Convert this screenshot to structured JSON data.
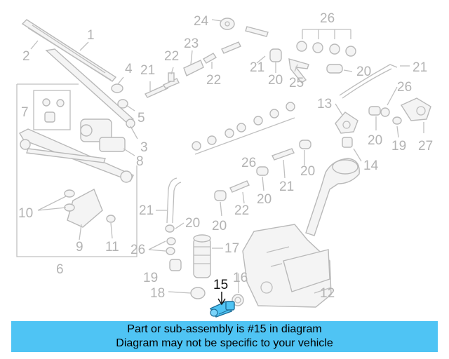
{
  "highlight_color": "#4fc4f4",
  "labels": {
    "p1": "1",
    "p2": "2",
    "p3": "3",
    "p4": "4",
    "p5": "5",
    "p6": "6",
    "p7": "7",
    "p8": "8",
    "p9": "9",
    "p10": "10",
    "p11": "11",
    "p12": "12",
    "p13": "13",
    "p14": "14",
    "p15": "15",
    "p16": "16",
    "p17": "17",
    "p18": "18",
    "p19": "19",
    "p20": "20",
    "p21": "21",
    "p22": "22",
    "p23": "23",
    "p24": "24",
    "p25": "25",
    "p26": "26",
    "p27": "27"
  },
  "banner": {
    "line1": "Part or sub-assembly is #15 in diagram",
    "line2": "Diagram may not be specific to your vehicle"
  }
}
